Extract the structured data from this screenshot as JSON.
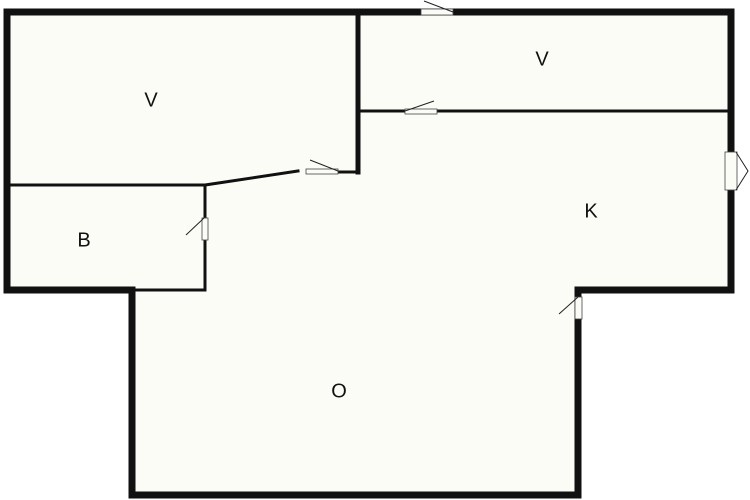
{
  "rooms": {
    "bedroom_left": {
      "label": "V"
    },
    "bedroom_right": {
      "label": "V"
    },
    "kitchen": {
      "label": "K"
    },
    "bathroom": {
      "label": "B"
    },
    "living_room": {
      "label": "O"
    }
  },
  "colors": {
    "wall": "#111111",
    "floor": "#fcfcf7"
  }
}
